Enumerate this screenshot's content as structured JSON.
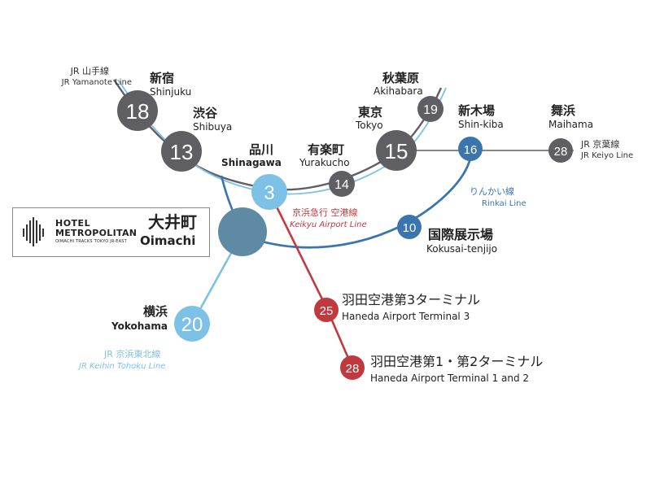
{
  "hotel": {
    "logo_line1": "HOTEL",
    "logo_line2": "METROPOLITAN",
    "logo_line3": "OIMACHI TRACKS TOKYO JR-EAST",
    "station_jp": "大井町",
    "station_en": "Oimachi"
  },
  "lines": {
    "yamanote": {
      "jp": "JR 山手線",
      "en": "JR Yamanote Line",
      "color": "#5f5f63"
    },
    "keiyo": {
      "jp": "JR 京葉線",
      "en": "JR Keiyo Line",
      "color": "#5f5f63"
    },
    "rinkai": {
      "jp": "りんかい線",
      "en": "Rinkai Line",
      "color": "#3a76ad"
    },
    "keikyu": {
      "jp": "京浜急行 空港線",
      "en": "Keikyu Airport Line",
      "color": "#c0393e"
    },
    "keihin_tohoku": {
      "jp": "JR 京浜東北線",
      "en": "JR Keihin Tohoku Line",
      "color": "#7ec1e6"
    }
  },
  "stations": {
    "shinjuku": {
      "jp": "新宿",
      "en": "Shinjuku",
      "minutes": "18"
    },
    "shibuya": {
      "jp": "渋谷",
      "en": "Shibuya",
      "minutes": "13"
    },
    "shinagawa": {
      "jp": "品川",
      "en": "Shinagawa",
      "minutes": "3"
    },
    "yurakucho": {
      "jp": "有楽町",
      "en": "Yurakucho",
      "minutes": "14"
    },
    "tokyo": {
      "jp": "東京",
      "en": "Tokyo",
      "minutes": "15"
    },
    "akihabara": {
      "jp": "秋葉原",
      "en": "Akihabara",
      "minutes": "19"
    },
    "shinkiba": {
      "jp": "新木場",
      "en": "Shin-kiba",
      "minutes": "16"
    },
    "maihama": {
      "jp": "舞浜",
      "en": "Maihama",
      "minutes": "28"
    },
    "kokusai": {
      "jp": "国際展示場",
      "en": "Kokusai-tenjijo",
      "minutes": "10"
    },
    "yokohama": {
      "jp": "横浜",
      "en": "Yokohama",
      "minutes": "20"
    },
    "haneda3": {
      "jp": "羽田空港第3ターミナル",
      "en": "Haneda Airport Terminal 3",
      "minutes": "25"
    },
    "haneda12": {
      "jp": "羽田空港第1・第2ターミナル",
      "en": "Haneda Airport Terminal 1 and 2",
      "minutes": "28"
    }
  }
}
